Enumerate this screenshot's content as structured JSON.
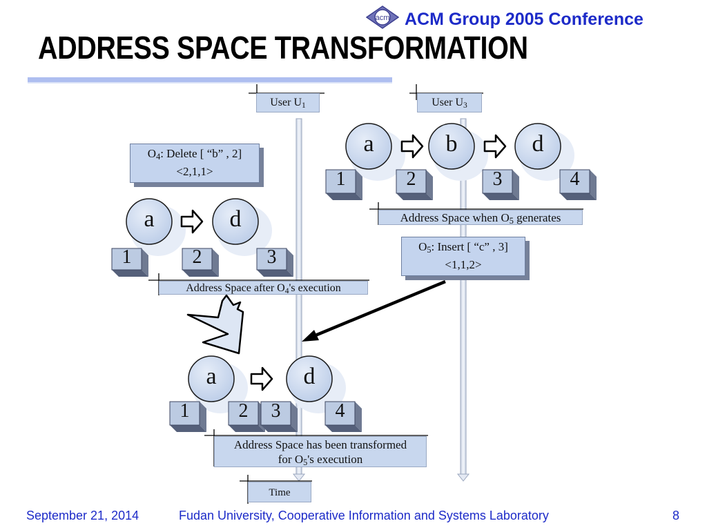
{
  "header": {
    "logo_text": "acm",
    "conference": "ACM Group 2005 Conference",
    "title": "ADDRESS SPACE TRANSFORMATION"
  },
  "diagram": {
    "user1": {
      "name": "User U",
      "sub": "1"
    },
    "user3": {
      "name": "User U",
      "sub": "3"
    },
    "time_label": "Time",
    "op4": {
      "line1_a": "O",
      "line1_sub": "4",
      "line1_b": ": Delete [ “b” , 2]",
      "line2": "<2,1,1>"
    },
    "op5": {
      "line1_a": "O",
      "line1_sub": "5",
      "line1_b": ": Insert [ “c” , 3]",
      "line2": "<1,1,2>"
    },
    "caption_u3": {
      "a": "Address Space when O",
      "sub": "5",
      "b": " generates"
    },
    "caption_u1_top": {
      "a": "Address Space after O",
      "sub": "4",
      "b": "'s execution"
    },
    "caption_bottom": {
      "line1": "Address Space has been transformed",
      "line2_a": "for O",
      "line2_sub": "5",
      "line2_b": "'s execution"
    },
    "u3_chars": [
      "a",
      "b",
      "d"
    ],
    "u3_indices": [
      "1",
      "2",
      "3",
      "4"
    ],
    "u1_top_chars": [
      "a",
      "d"
    ],
    "u1_top_indices": [
      "1",
      "2",
      "3"
    ],
    "u1_bottom_chars": [
      "a",
      "d"
    ],
    "u1_bottom_indices": [
      "1",
      "2",
      "3",
      "4"
    ]
  },
  "footer": {
    "date": "September 21, 2014",
    "lab": "Fudan University, Cooperative Information and Systems Laboratory",
    "page": "8"
  },
  "colors": {
    "accent_blue": "#1d2bc8",
    "box_fill": "#c8d7ee",
    "circle_fill": "#d3def0",
    "cube_front": "#bccbe2",
    "cube_side": "#6f7a92"
  }
}
